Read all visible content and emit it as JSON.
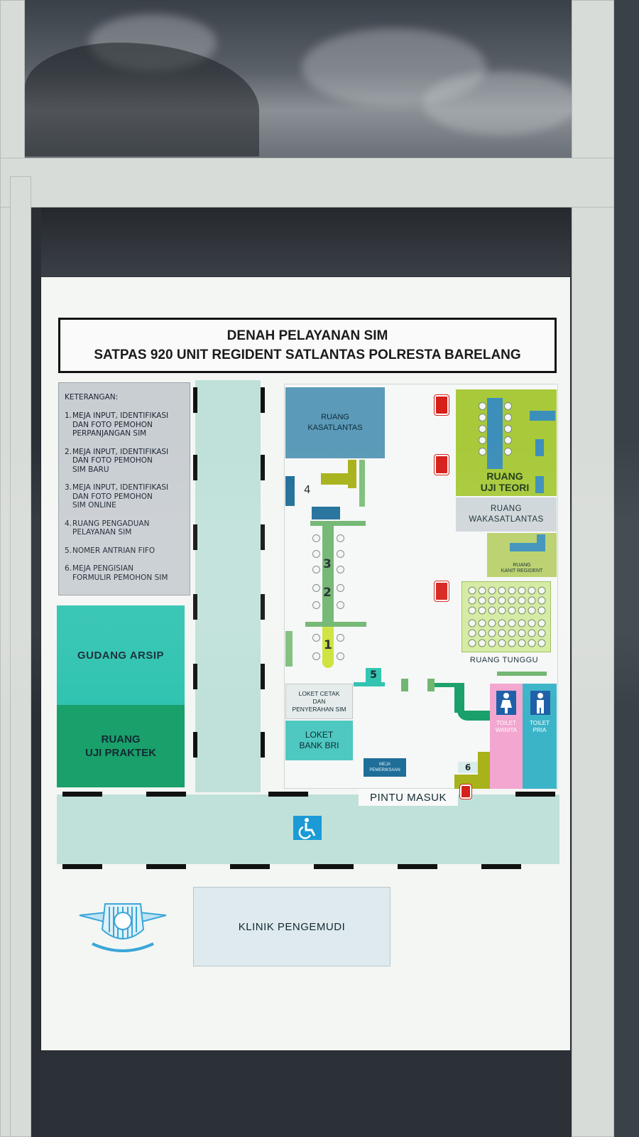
{
  "title": {
    "line1": "DENAH PELAYANAN SIM",
    "line2": "SATPAS 920 UNIT REGIDENT SATLANTAS POLRESTA BARELANG"
  },
  "legend": {
    "heading": "KETERANGAN:",
    "items": [
      {
        "num": "1.",
        "text": "MEJA INPUT, IDENTIFIKASI\nDAN FOTO PEMOHON\nPERPANJANGAN SIM"
      },
      {
        "num": "2.",
        "text": "MEJA INPUT, IDENTIFIKASI\nDAN FOTO PEMOHON\nSIM BARU"
      },
      {
        "num": "3.",
        "text": "MEJA INPUT, IDENTIFIKASI\nDAN FOTO PEMOHON\nSIM ONLINE"
      },
      {
        "num": "4.",
        "text": "RUANG PENGADUAN\nPELAYANAN SIM"
      },
      {
        "num": "5.",
        "text": "NOMER ANTRIAN FIFO"
      },
      {
        "num": "6.",
        "text": "MEJA PENGISIAN\nFORMULIR PEMOHON SIM"
      }
    ]
  },
  "rooms": {
    "gudang_arsip": "GUDANG ARSIP",
    "ruang_uji_praktek": "RUANG\nUJI PRAKTEK",
    "ruang_kasatlantas": "RUANG\nKASATLANTAS",
    "ruang_uji_teori": "RUANG\nUJI TEORI",
    "ruang_wakasatlantas": "RUANG\nWAKASATLANTAS",
    "ruang_kanit_regident": "RUANG\nKANIT REGIDENT",
    "ruang_tunggu": "RUANG TUNGGU",
    "loket_cetak": "LOKET CETAK\nDAN\nPENYERAHAN SIM",
    "loket_bank_bri": "LOKET\nBANK BRI",
    "meja_pemeriksaan": "MEJA\nPEMERIKSAAN",
    "toilet_wanita": "TOILET\nWANITA",
    "toilet_pria": "TOILET\nPRIA",
    "pintu_masuk": "PINTU MASUK",
    "klinik_pengemudi": "KLINIK PENGEMUDI"
  },
  "markers": {
    "m1": "1",
    "m2": "2",
    "m3": "3",
    "m4": "4",
    "m5": "5",
    "m6": "6"
  },
  "icons": [
    "fire-extinguisher-icon",
    "wheelchair-icon",
    "woman-icon",
    "man-icon",
    "police-emblem-icon"
  ],
  "colors": {
    "teal": "#2fc3b0",
    "green": "#1aa06a",
    "corridor": "#bfe1da",
    "office_blue": "#5b9ab8",
    "lime": "#a8c93a",
    "pink": "#f2a6d0",
    "toilet_blue": "#3cb4c8",
    "extinguisher_red": "#d6201a"
  }
}
